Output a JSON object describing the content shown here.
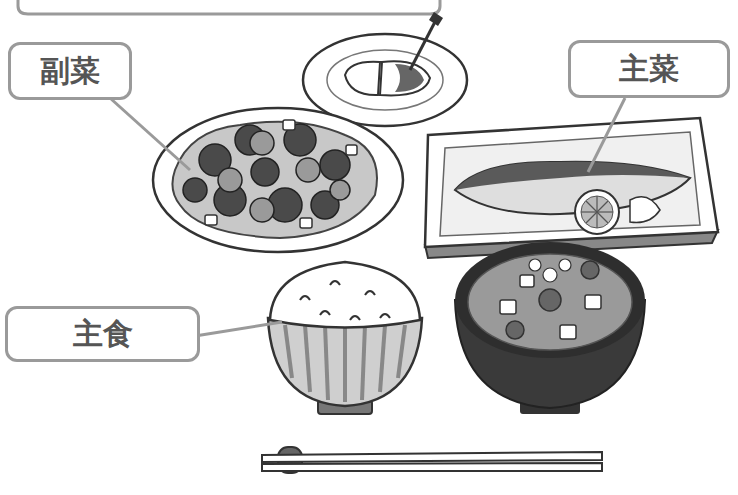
{
  "diagram": {
    "nodes": [
      {
        "text": [
          "副菜"
        ]
      },
      {
        "text": [
          "主菜"
        ]
      },
      {
        "text": [
          "主食"
        ]
      }
    ]
  }
}
